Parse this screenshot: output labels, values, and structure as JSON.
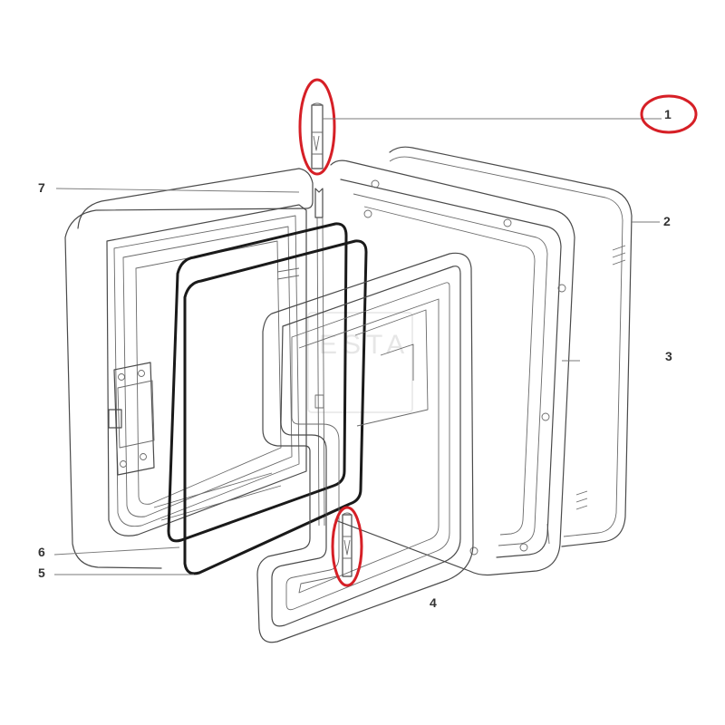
{
  "diagram": {
    "callouts": [
      {
        "id": "1",
        "label": "1",
        "part": "hinge-pin",
        "highlighted": true
      },
      {
        "id": "2",
        "label": "2",
        "part": "outer-frame"
      },
      {
        "id": "3",
        "label": "3",
        "part": "back-frame"
      },
      {
        "id": "4",
        "label": "4",
        "part": "inner-door-frame"
      },
      {
        "id": "5",
        "label": "5",
        "part": "gasket-outer"
      },
      {
        "id": "6",
        "label": "6",
        "part": "gasket-inner"
      },
      {
        "id": "7",
        "label": "7",
        "part": "front-cover"
      }
    ],
    "watermark": {
      "text": "ESTA"
    },
    "colors": {
      "line": "#4a4a4a",
      "gasket": "#1a1a1a",
      "highlight": "#d61f26",
      "label": "#333333"
    }
  }
}
